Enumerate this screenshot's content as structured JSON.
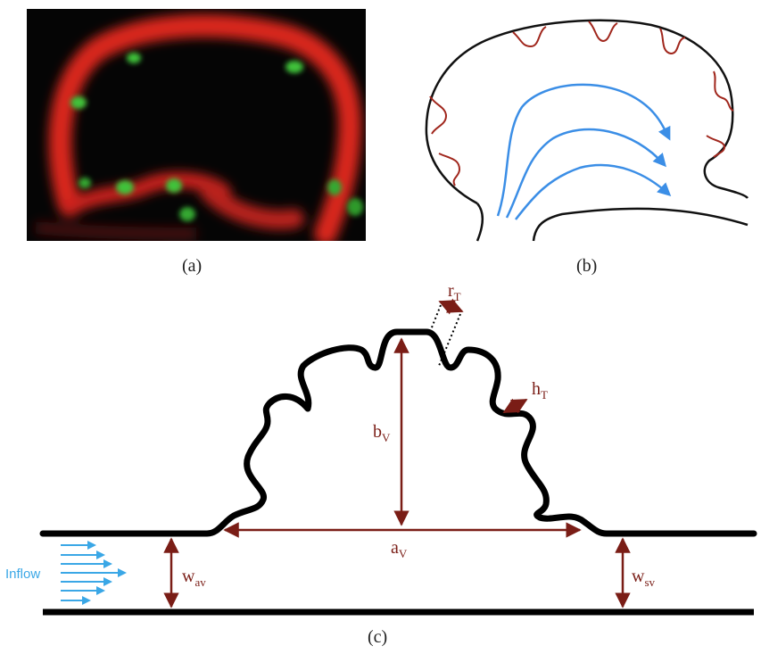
{
  "panels": {
    "a": "(a)",
    "b": "(b)",
    "c": "(c)"
  },
  "labels": {
    "inflow": "Inflow",
    "r_T": {
      "base": "r",
      "sub": "T"
    },
    "h_T": {
      "base": "h",
      "sub": "T"
    },
    "b_V": {
      "base": "b",
      "sub": "V"
    },
    "a_V": {
      "base": "a",
      "sub": "V"
    },
    "w_av": {
      "base": "w",
      "sub": "av"
    },
    "w_sv": {
      "base": "w",
      "sub": "sv"
    }
  },
  "colors": {
    "outline": "#000000",
    "dimension": "#7a1d16",
    "flow": "#3b8ee6",
    "inflow": "#3aa7e6",
    "trabeculae": "#a0261c",
    "image_background": "#050505",
    "stain_red": "#e0281e",
    "stain_green": "#3fc23a"
  }
}
